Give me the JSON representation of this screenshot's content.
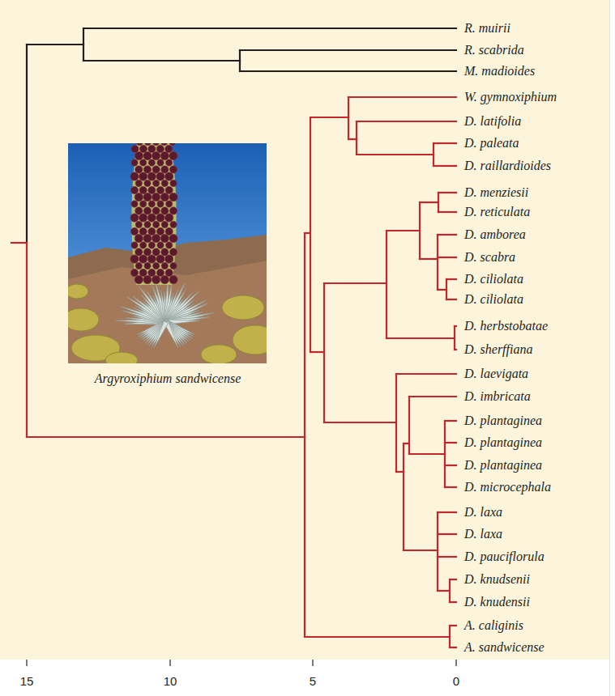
{
  "diagram": {
    "labels": [
      "R. muirii",
      "R. scabrida",
      "M. madioides",
      "W. gymnoxiphium",
      "D. latifolia",
      "D. paleata",
      "D. raillardioides",
      "D. menziesii",
      "D. reticulata",
      "D. amborea",
      "D. scabra",
      "D. ciliolata",
      "D. ciliolata",
      "D. herbstobatae",
      "D. sherffiana",
      "D. laevigata",
      "D. imbricata",
      "D. plantaginea",
      "D. plantaginea",
      "D. plantaginea",
      "D. microcephala",
      "D. laxa",
      "D. laxa",
      "D. pauciflorula",
      "D. knudsenii",
      "D. knudensii",
      "A. caliginis",
      "A. sandwicense",
      "Argyroxiphium sandwicense",
      "15",
      "10",
      "5",
      "0"
    ]
  }
}
